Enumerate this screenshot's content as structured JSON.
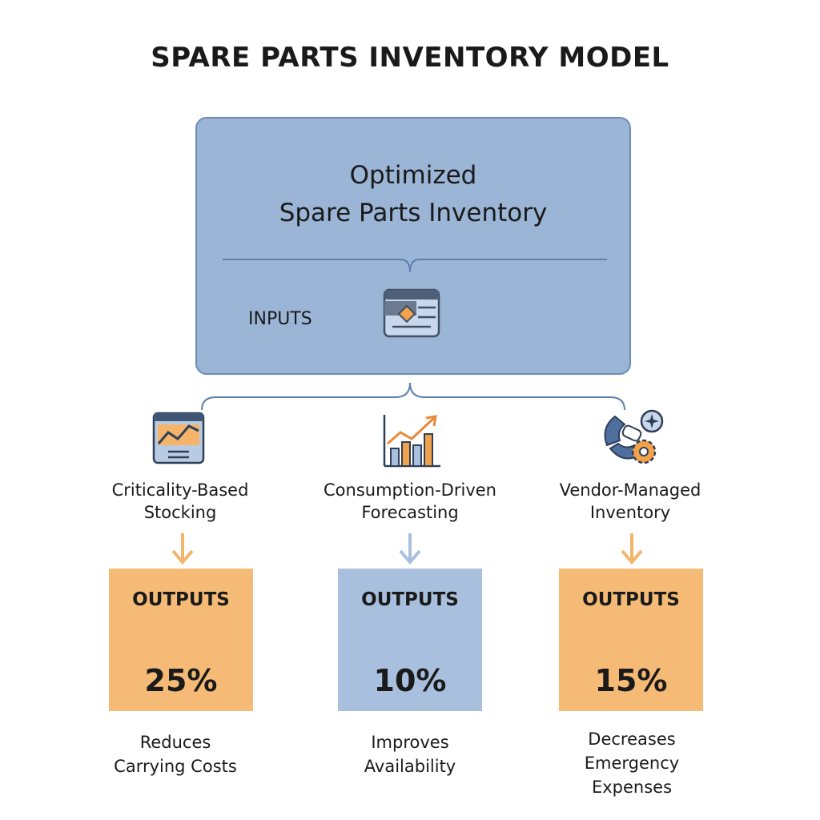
{
  "title": "SPARE PARTS INVENTORY MODEL",
  "main": {
    "heading_line1": "Optimized",
    "heading_line2": "Spare Parts Inventory",
    "inputs_label": "INPUTS",
    "icon": "dashboard-icon"
  },
  "strategies": [
    {
      "label_line1": "Criticality-Based",
      "label_line2": "Stocking",
      "icon": "trend-chart-window-icon",
      "outputs_label": "OUTPUTS",
      "output_icon": "down-arrow-icon",
      "percent": "25%",
      "desc_lines": [
        "Reduces",
        "Carrying Costs"
      ],
      "color": "#f5bb76"
    },
    {
      "label_line1": "Consumption-Driven",
      "label_line2": "Forecasting",
      "icon": "bar-chart-growth-icon",
      "outputs_label": "OUTPUTS",
      "output_icon": "up-arrow-icon",
      "percent": "10%",
      "desc_lines": [
        "Improves",
        "Availability"
      ],
      "color": "#a8c0de"
    },
    {
      "label_line1": "Vendor-Managed",
      "label_line2": "Inventory",
      "icon": "gears-handshake-icon",
      "outputs_label": "OUTPUTS",
      "output_icon": "dollar-coin-icon",
      "percent": "15%",
      "desc_lines": [
        "Decreases",
        "Emergency",
        "Expenses"
      ],
      "color": "#f5bb76"
    }
  ],
  "colors": {
    "main_box": "#9bb5d6",
    "main_border": "#6b8cb8",
    "orange": "#f5bb76",
    "blue": "#a8c0de",
    "arrow_orange": "#f2b46a",
    "arrow_blue": "#a8c0de"
  }
}
